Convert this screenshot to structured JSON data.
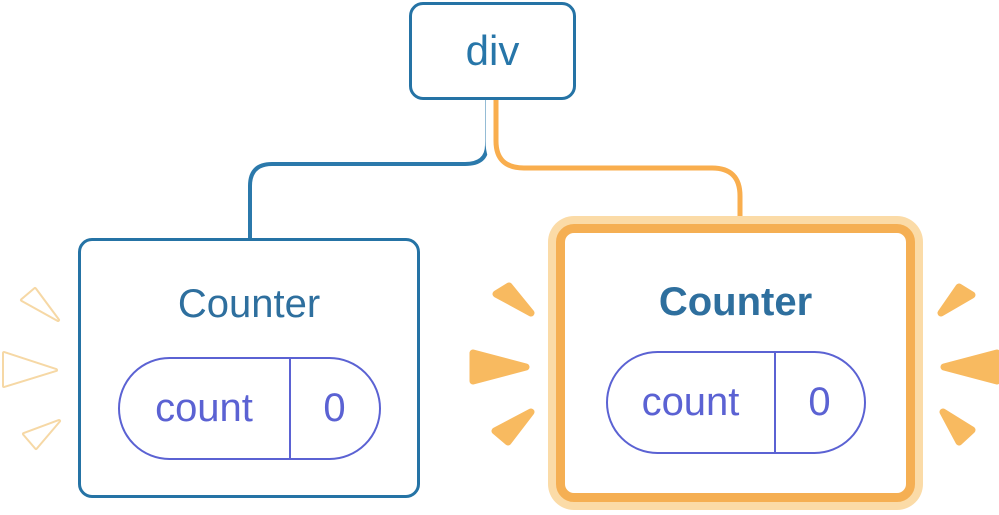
{
  "diagram": {
    "root": {
      "label": "div"
    },
    "left_counter": {
      "title": "Counter",
      "state": {
        "name": "count",
        "value": "0"
      },
      "highlighted": false
    },
    "right_counter": {
      "title": "Counter",
      "state": {
        "name": "count",
        "value": "0"
      },
      "highlighted": true
    }
  },
  "colors": {
    "edge_blue": "#2B79AB",
    "edge_orange": "#F9AE4E",
    "edge_outline": "#FFFFFF",
    "node_border_blue": "#2573A5",
    "node_text_blue": "#2E6F9E",
    "pill_purple": "#5B62D3",
    "highlight_ring_orange": "#F5AF53",
    "highlight_ring_peach": "#FBDBA7",
    "spark_orange": "#F8BA60",
    "spark_white": "#FFFFFF",
    "spark_white_edge": "#F6D8A5"
  }
}
